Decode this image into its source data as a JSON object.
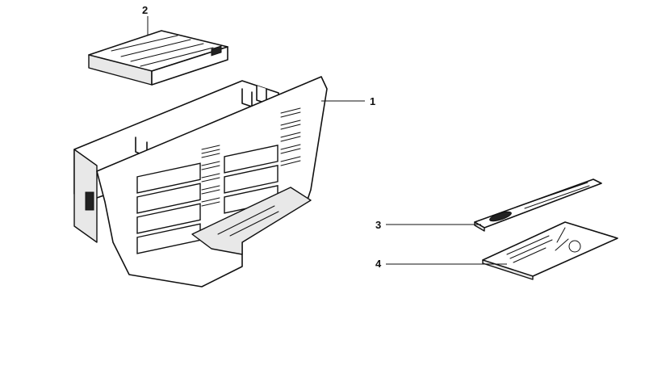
{
  "diagram": {
    "type": "exploded-parts-illustration",
    "callouts": [
      {
        "id": "1",
        "label": "1",
        "part": "glove-box"
      },
      {
        "id": "2",
        "label": "2",
        "part": "cassette-box"
      },
      {
        "id": "3",
        "label": "3",
        "part": "pen-holder"
      },
      {
        "id": "4",
        "label": "4",
        "part": "instruction-card"
      }
    ]
  }
}
